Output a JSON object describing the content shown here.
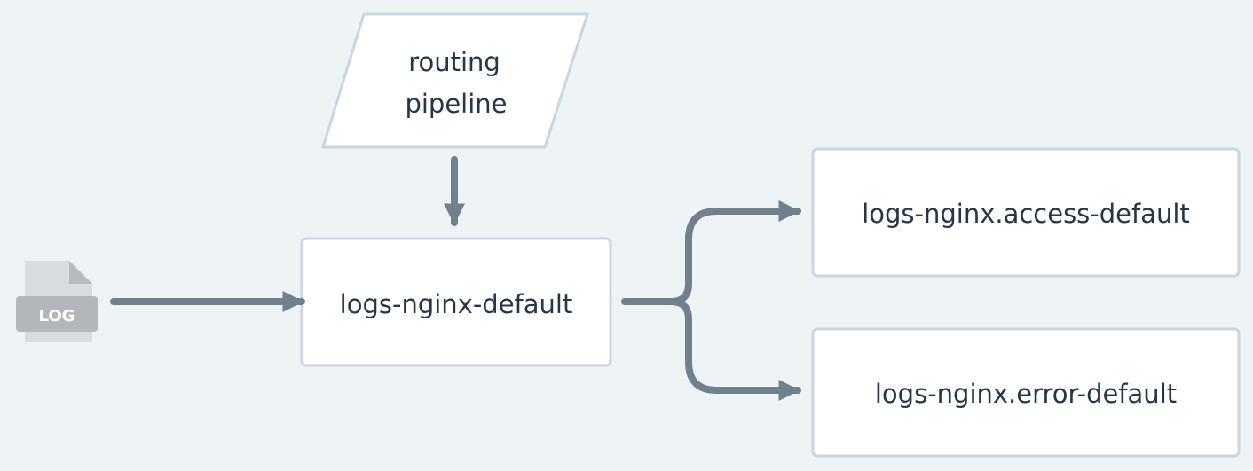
{
  "diagram": {
    "source_icon": {
      "name": "log-file-icon",
      "label": "LOG"
    },
    "pipeline": {
      "line1": "routing",
      "line2": "pipeline"
    },
    "main_datastream": {
      "label": "logs-nginx-default"
    },
    "targets": [
      {
        "label": "logs-nginx.access-default"
      },
      {
        "label": "logs-nginx.error-default"
      }
    ]
  },
  "colors": {
    "background": "#eef3f6",
    "box_fill": "#ffffff",
    "box_border": "#c9d6e0",
    "arrow": "#70808d",
    "text": "#253746",
    "log_icon": "#b3b7bb",
    "log_icon_fold": "#d9dcdf"
  }
}
